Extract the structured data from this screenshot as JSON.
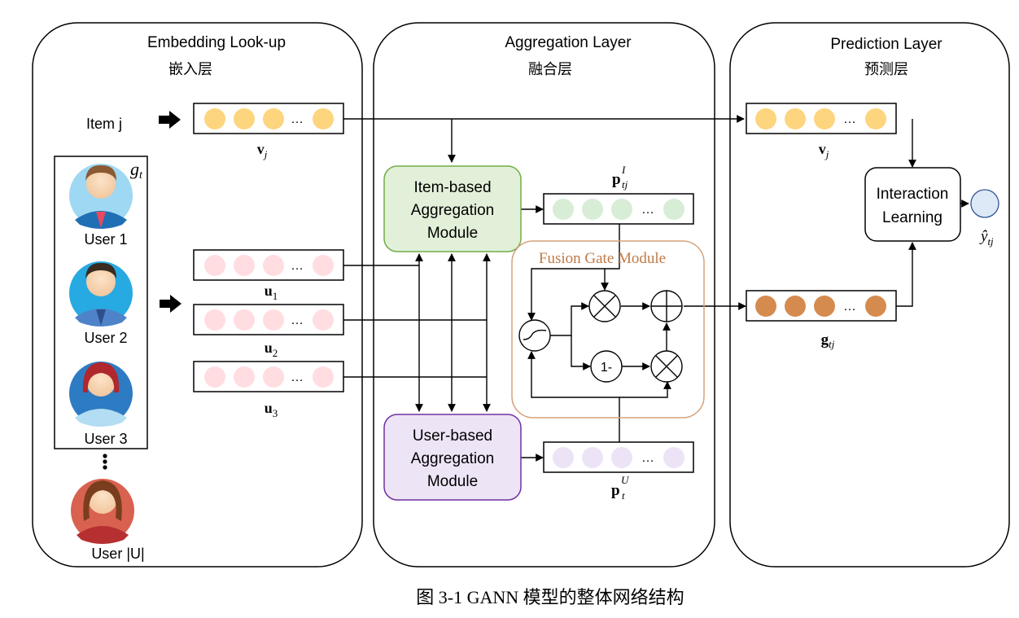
{
  "panels": {
    "embedding": {
      "title": "Embedding Look-up",
      "subtitle": "嵌入层"
    },
    "aggregation": {
      "title": "Aggregation Layer",
      "subtitle": "融合层"
    },
    "prediction": {
      "title": "Prediction Layer",
      "subtitle": "预测层"
    }
  },
  "item_label": "Item j",
  "group_label": "g",
  "group_sub": "t",
  "users": [
    "User 1",
    "User 2",
    "User 3"
  ],
  "user_last": "User |U|",
  "vector_ellipsis": "…",
  "vector_labels": {
    "v_main": "v",
    "v_sub": "j",
    "u1_main": "u",
    "u1_sub": "1",
    "u2_main": "u",
    "u2_sub": "2",
    "u3_main": "u",
    "u3_sub": "3",
    "pI_main": "p",
    "pI_sup": "I",
    "pI_sub": "tj",
    "pU_main": "p",
    "pU_sup": "U",
    "pU_sub": "t",
    "g_main": "g",
    "g_sub": "tj",
    "v2_main": "v",
    "v2_sub": "j",
    "y_main": "ŷ",
    "y_sub": "tj"
  },
  "modules": {
    "item_based": [
      "Item-based",
      "Aggregation",
      "Module"
    ],
    "user_based": [
      "User-based",
      "Aggregation",
      "Module"
    ],
    "fusion_gate": "Fusion Gate Module",
    "interaction": [
      "Interaction",
      "Learning"
    ]
  },
  "gate_ops": {
    "one_minus": "1-",
    "multiply": "⊗",
    "add": "⊕"
  },
  "caption": "图 3-1 GANN 模型的整体网络结构",
  "colors": {
    "item_dot": "#FDD57E",
    "user_dot": "#FFDDE1",
    "item_agg_dot": "#D8EDD6",
    "user_agg_dot": "#ECE4F6",
    "fused_dot": "#D58B4E",
    "output_dot": "#DDE9F6",
    "item_module_fill": "#E2F0D9",
    "item_module_border": "#70AD47",
    "user_module_fill": "#EDE4F6",
    "user_module_border": "#7030A0",
    "fusion_border": "#D6A27C",
    "fusion_text": "#C07A47"
  }
}
